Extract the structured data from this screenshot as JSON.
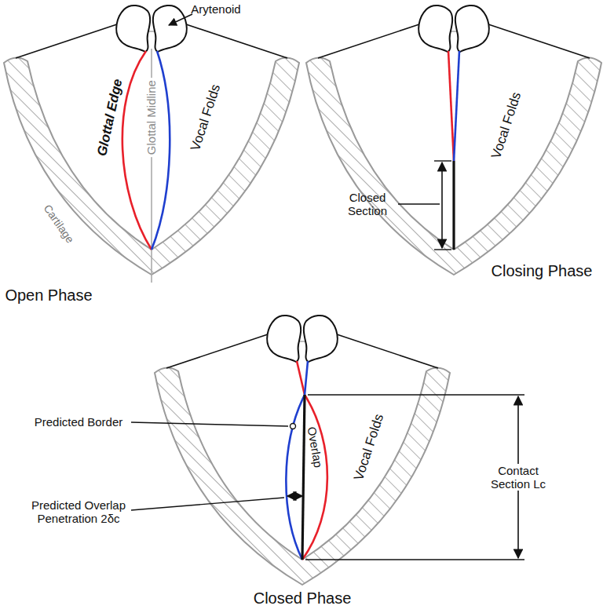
{
  "diagram": {
    "labels": [
      "Arytenoid",
      "Glottal Edge",
      "Glottal Midline",
      "Vocal Folds",
      "Cartilage",
      "Open Phase",
      "Closed Section",
      "Vocal Folds",
      "Closing Phase",
      "Predicted Border",
      "Overlap",
      "Vocal Folds",
      "Predicted Overlap Penetration 2δc",
      "Contact Section Lc",
      "Closed Phase"
    ]
  }
}
